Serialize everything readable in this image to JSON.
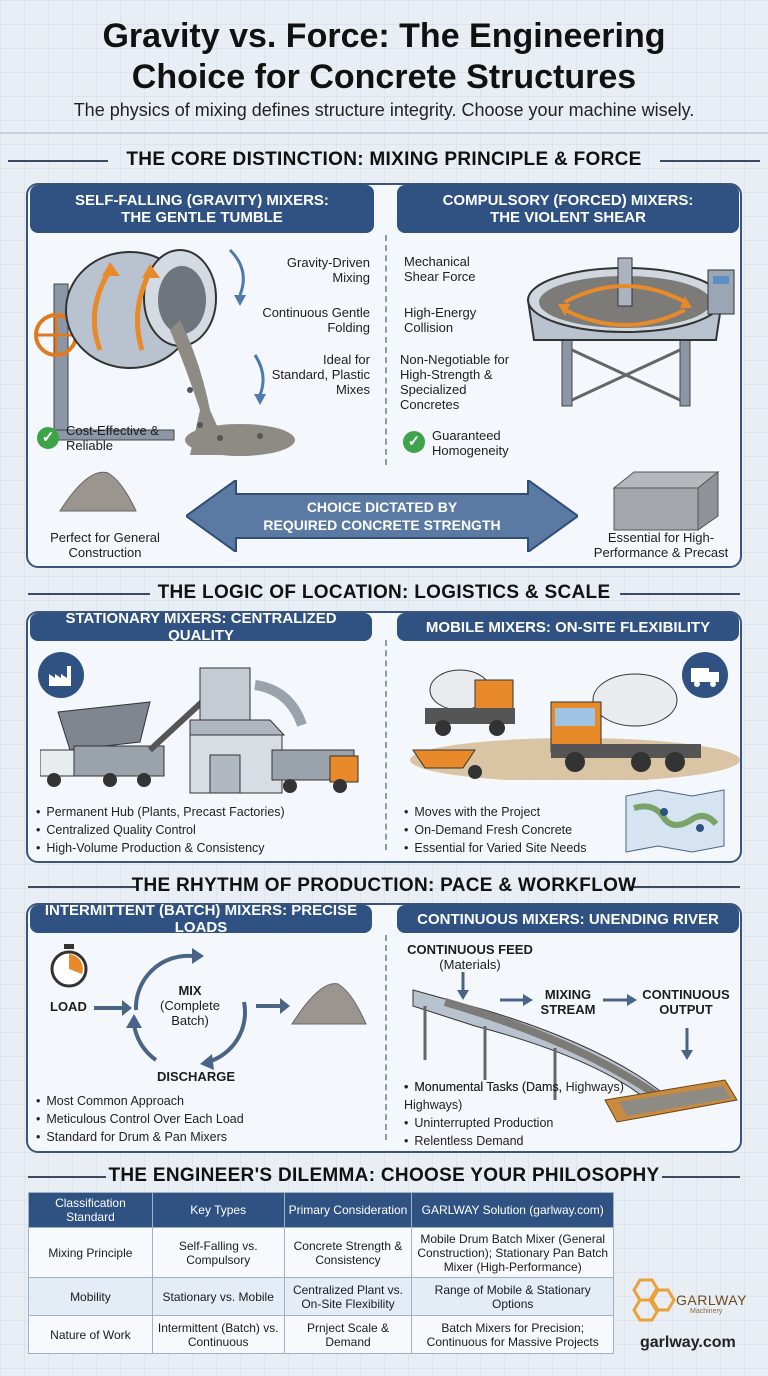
{
  "header": {
    "title_line1": "Gravity vs. Force: The Engineering",
    "title_line2": "Choice for Concrete Structures",
    "subtitle": "The physics of mixing defines structure integrity. Choose your machine wisely."
  },
  "section1": {
    "heading": "THE CORE DISTINCTION: MIXING PRINCIPLE & FORCE",
    "left": {
      "title_line1": "SELF-FALLING (GRAVITY) MIXERS:",
      "title_line2": "THE GENTLE TUMBLE",
      "labels": [
        "Gravity-Driven Mixing",
        "Continuous Gentle Folding",
        "Ideal for Standard, Plastic Mixes"
      ],
      "check": "Cost-Effective & Reliable",
      "caption": "Perfect for General Construction"
    },
    "right": {
      "title_line1": "COMPULSORY (FORCED) MIXERS:",
      "title_line2": "THE VIOLENT SHEAR",
      "labels": [
        "Mechanical Shear Force",
        "High-Energy Collision",
        "Non-Negotiable for High-Strength & Specialized Concretes"
      ],
      "check": "Guaranteed Homogeneity",
      "caption": "Essential for High-Performance & Precast"
    },
    "arrow_line1": "CHOICE DICTATED BY",
    "arrow_line2": "REQUIRED CONCRETE STRENGTH"
  },
  "section2": {
    "heading": "THE LOGIC OF LOCATION: LOGISTICS & SCALE",
    "left": {
      "title": "STATIONARY MIXERS: CENTRALIZED QUALITY",
      "bullets": [
        "Permanent Hub (Plants, Precast Factories)",
        "Centralized Quality Control",
        "High-Volume Production & Consistency"
      ]
    },
    "right": {
      "title": "MOBILE MIXERS: ON-SITE FLEXIBILITY",
      "bullets": [
        "Moves with the Project",
        "On-Demand Fresh Concrete",
        "Essential for Varied Site Needs"
      ]
    }
  },
  "section3": {
    "heading": "THE RHYTHM OF PRODUCTION: PACE & WORKFLOW",
    "left": {
      "title": "INTERMITTENT (BATCH) MIXERS: PRECISE LOADS",
      "load": "LOAD",
      "mix": "MIX",
      "mix_sub1": "(Complete",
      "mix_sub2": "Batch)",
      "discharge": "DISCHARGE",
      "bullets": [
        "Most Common Approach",
        "Meticulous Control Over Each Load",
        "Standard for Drum & Pan Mixers"
      ]
    },
    "right": {
      "title": "CONTINUOUS MIXERS: UNENDING RIVER",
      "feed1": "CONTINUOUS FEED",
      "feed2": "(Materials)",
      "stream1": "MIXING",
      "stream2": "STREAM",
      "output1": "CONTINUOUS",
      "output2": "OUTPUT",
      "bullets": [
        "Monumental Tasks (Dams, Highways)",
        "Uninterrupted Production",
        "Relentless Demand"
      ]
    }
  },
  "section4": {
    "heading": "THE ENGINEER'S DILEMMA: CHOOSE YOUR PHILOSOPHY",
    "table": {
      "headers": [
        "Classification Standard",
        "Key Types",
        "Primary Consideration",
        "GARLWAY Solution (garlway.com)"
      ],
      "rows": [
        [
          "Mixing Principle",
          "Self-Falling vs. Compulsory",
          "Concrete Strength & Consistency",
          "Mobile Drum Batch Mixer (General Construction); Stationary Pan Batch Mixer (High-Performance)"
        ],
        [
          "Mobility",
          "Stationary vs. Mobile",
          "Centralized Plant vs. On-Site Flexibility",
          "Range of Mobile & Stationary Options"
        ],
        [
          "Nature of Work",
          "Intermittent (Batch) vs. Continuous",
          "Prnject Scale & Demand",
          "Batch Mixers for Precision; Continuous for Massive Projects"
        ]
      ]
    },
    "brand": "GARLWAY",
    "brand_sub": "Machinery",
    "url": "garlway.com"
  },
  "colors": {
    "navy": "#2f5283",
    "orange": "#e88a2a",
    "check_green": "#3ea44a",
    "steel": "#9aa6b4"
  }
}
